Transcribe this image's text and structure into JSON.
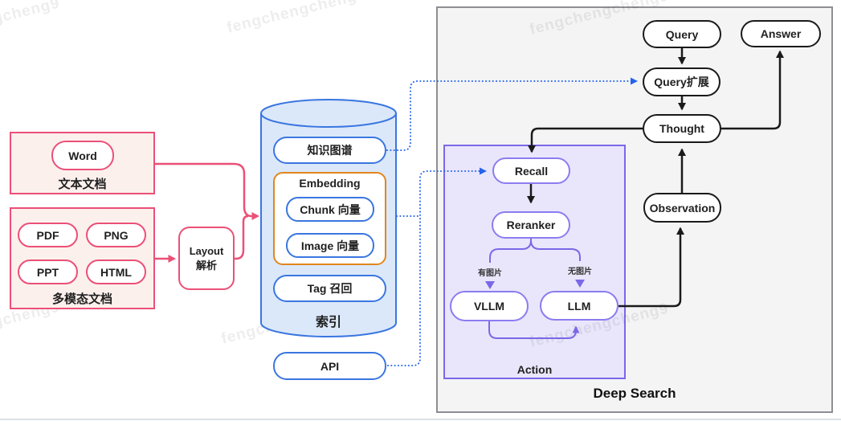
{
  "watermark": {
    "text": "fengchengcheng9"
  },
  "sources": {
    "text_doc": {
      "title": "文本文档",
      "word": "Word"
    },
    "multi_doc": {
      "title": "多模态文档",
      "pdf": "PDF",
      "png": "PNG",
      "ppt": "PPT",
      "html": "HTML"
    },
    "layout": {
      "line1": "Layout",
      "line2": "解析"
    }
  },
  "index_db": {
    "title": "索引",
    "knowledge_graph": "知识图谱",
    "embedding": {
      "title": "Embedding",
      "chunk": "Chunk 向量",
      "image": "Image 向量"
    },
    "tag_recall": "Tag 召回",
    "api": "API"
  },
  "deep_search": {
    "title": "Deep Search",
    "query": "Query",
    "answer": "Answer",
    "query_expand": "Query扩展",
    "thought": "Thought",
    "observation": "Observation",
    "action": {
      "title": "Action",
      "recall": "Recall",
      "reranker": "Reranker",
      "vllm": "VLLM",
      "llm": "LLM",
      "has_image": "有图片",
      "no_image": "无图片"
    }
  },
  "colors": {
    "pink": "#eb5077",
    "pink_fill": "#fcf0ed",
    "blue": "#3a76e0",
    "cylinder_fill": "#dbe8fa",
    "dotted_blue": "#2563eb",
    "orange": "#e2861c",
    "purple": "#7a68e8",
    "purple_node_border": "#8b7cf0",
    "action_fill": "#e9e6fb",
    "deep_search_fill": "#f4f4f5",
    "black": "#1a1a1a"
  }
}
